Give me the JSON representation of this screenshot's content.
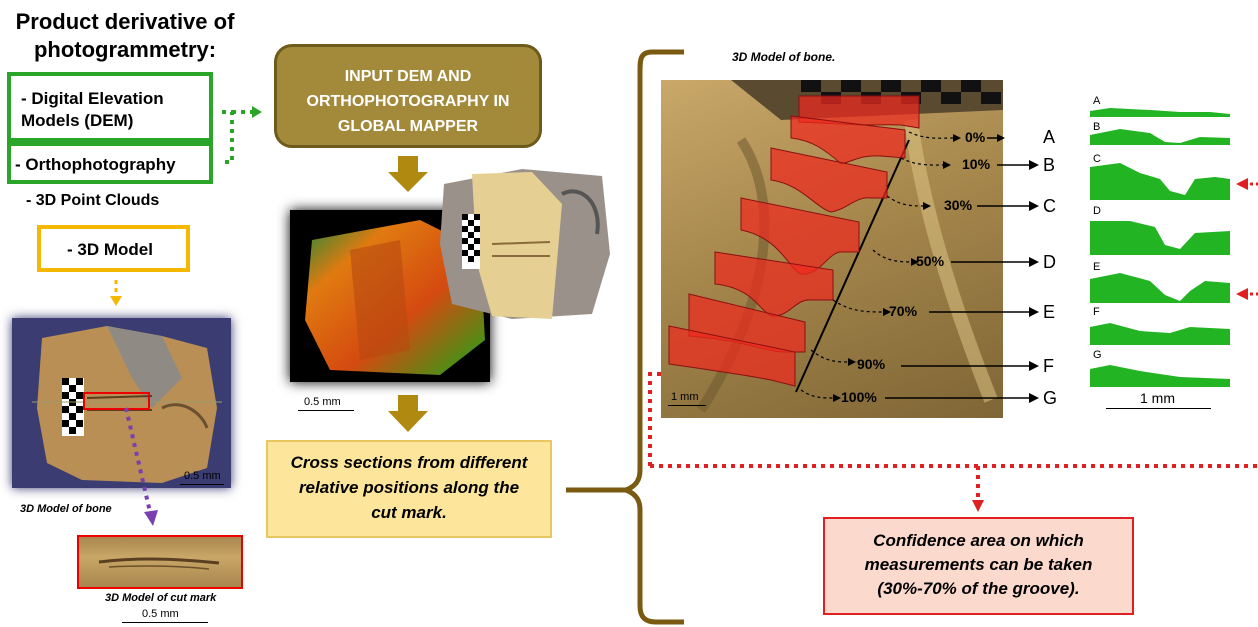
{
  "title": "Product derivative of photogrammetry:",
  "dem_box": "- Digital Elevation Models (DEM)",
  "ortho_box": "- Orthophotography",
  "point_clouds": "- 3D Point Clouds",
  "model_box": "- 3D Model",
  "input_box": "INPUT DEM AND ORTHOPHOTOGRAPHY IN GLOBAL MAPPER",
  "cross_box": "Cross sections from different relative positions along the cut mark.",
  "confidence_box": "Confidence area on which measurements can be taken (30%-70% of  the groove).",
  "cap_bone_left": "3D Model of bone",
  "cap_cut_mark": "3D Model of cut mark",
  "cap_bone_top": "3D Model of bone.",
  "scale_05_a": "0.5 mm",
  "scale_05_b": "0.5 mm",
  "scale_05_c": "0.5 mm",
  "scale_1_a": "1 mm",
  "scale_1_b": "1 mm",
  "sections": [
    {
      "pct": "0%",
      "letter": "A"
    },
    {
      "pct": "10%",
      "letter": "B"
    },
    {
      "pct": "30%",
      "letter": "C"
    },
    {
      "pct": "50%",
      "letter": "D"
    },
    {
      "pct": "70%",
      "letter": "E"
    },
    {
      "pct": "90%",
      "letter": "F"
    },
    {
      "pct": "100%",
      "letter": "G"
    }
  ],
  "colors": {
    "green": "#2aa52a",
    "gold": "#f5b800",
    "olive": "#a38a3a",
    "red": "#e02020",
    "purple": "#7a3fb0",
    "profile": "#22b422"
  }
}
